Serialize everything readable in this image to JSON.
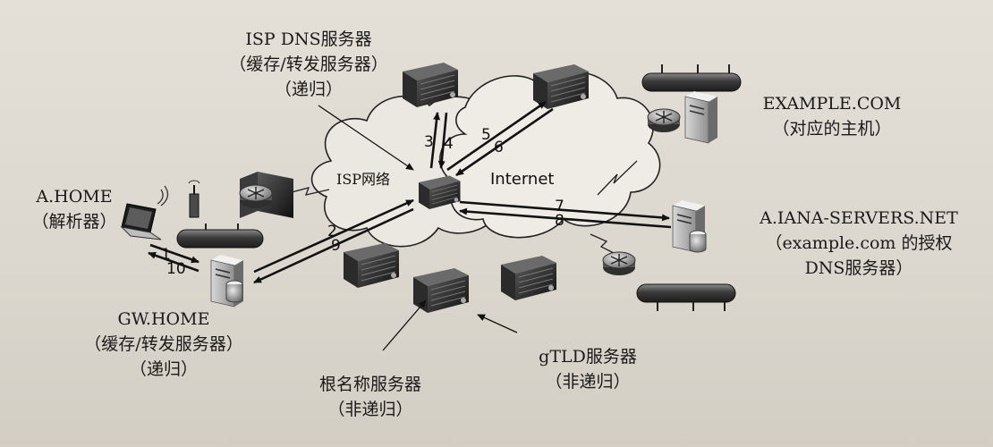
{
  "labels": {
    "isp_dns": {
      "line1": "ISP DNS服务器",
      "line2": "（缓存/转发服务器）",
      "line3": "（递归）"
    },
    "a_home": {
      "line1": "A.HOME",
      "line2": "（解析器）"
    },
    "gw_home": {
      "line1": "GW.HOME",
      "line2": "（缓存/转发服务器）",
      "line3": "（递归）"
    },
    "root": {
      "line1": "根名称服务器",
      "line2": "（非递归）"
    },
    "gtld": {
      "line1": "gTLD服务器",
      "line2": "（非递归）"
    },
    "example_com": {
      "line1": "EXAMPLE.COM",
      "line2": "（对应的主机）"
    },
    "iana": {
      "line1": "A.IANA-SERVERS.NET",
      "line2": "（example.com 的授权",
      "line3": "DNS服务器）"
    },
    "isp_network": "ISP网络",
    "internet": "Internet"
  },
  "steps": {
    "s1": "1",
    "s2": "2",
    "s3": "3",
    "s4": "4",
    "s5": "5",
    "s6": "6",
    "s7": "7",
    "s8": "8",
    "s9": "9",
    "s10": "10"
  }
}
